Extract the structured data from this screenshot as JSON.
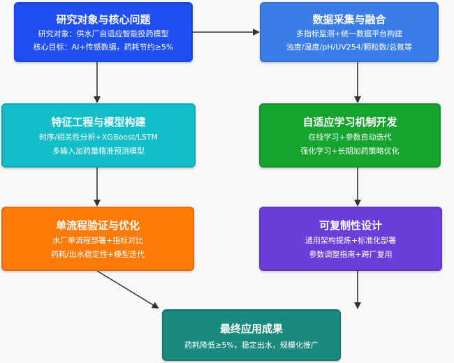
{
  "nodes": {
    "research": {
      "title": "研究对象与核心问题",
      "lines": [
        "研究对象：供水厂自适应智能投药模型",
        "核心目标：AI+传感数据，药耗节约≥5%"
      ],
      "color": "#1f4ef1"
    },
    "data": {
      "title": "数据采集与融合",
      "lines": [
        "多指标监测+统一数据平台构建",
        "浊度/温度/pH/UV254/颗粒数/总氮等"
      ],
      "color": "#3b7de8"
    },
    "feature": {
      "title": "特征工程与模型构建",
      "lines": [
        "时序/相关性分析+XGBoost/LSTM",
        "多输入加药量精准预测模型"
      ],
      "color": "#12bfc8"
    },
    "adaptive": {
      "title": "自适应学习机制开发",
      "lines": [
        "在线学习+参数自动迭代",
        "强化学习+长期加药策略优化"
      ],
      "color": "#15a52f"
    },
    "validation": {
      "title": "单流程验证与优化",
      "lines": [
        "水厂单流程部署+指标对比",
        "药耗/出水稳定性+模型迭代"
      ],
      "color": "#ff7a09"
    },
    "replicable": {
      "title": "可复制性设计",
      "lines": [
        "通用架构提炼+标准化部署",
        "参数调整指南+跨厂复用"
      ],
      "color": "#6b3ed9"
    },
    "outcome": {
      "title": "最终应用成果",
      "lines": [
        "药耗降低≥5%，稳定出水，规模化推广"
      ],
      "color": "#1a8a7f"
    }
  },
  "edges": [
    {
      "from": "research",
      "to": "data"
    },
    {
      "from": "research",
      "to": "feature"
    },
    {
      "from": "data",
      "to": "adaptive"
    },
    {
      "from": "feature",
      "to": "validation"
    },
    {
      "from": "adaptive",
      "to": "replicable"
    },
    {
      "from": "validation",
      "to": "outcome"
    },
    {
      "from": "replicable",
      "to": "outcome"
    }
  ],
  "arrow_color": "#333333"
}
